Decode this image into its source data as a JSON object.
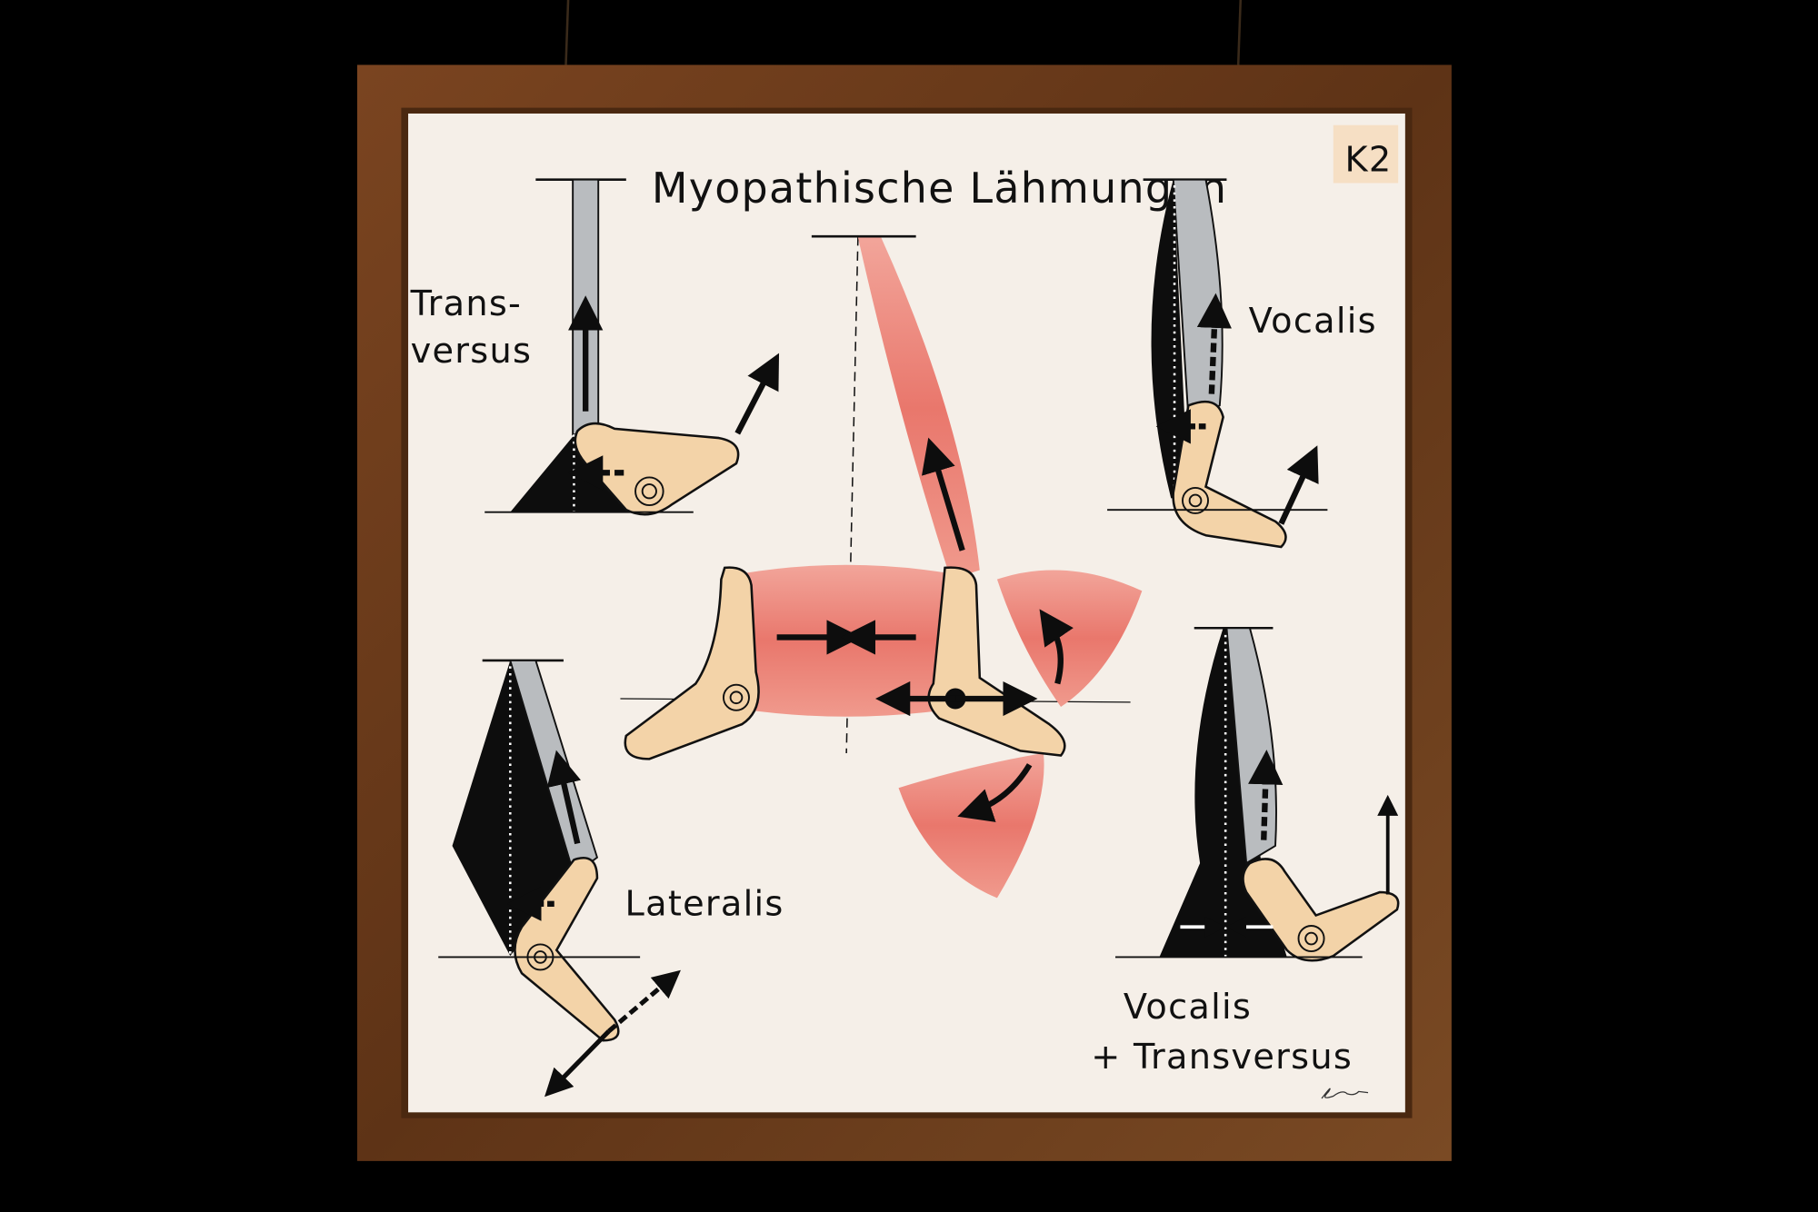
{
  "chart_title": "Myopathische Lähmungen",
  "tag": "K2",
  "labels": {
    "transversus_line1": "Trans-",
    "transversus_line2": "versus",
    "vocalis": "Vocalis",
    "lateralis": "Lateralis",
    "combined_line1": "Vocalis",
    "combined_line2": "+ Transversus"
  },
  "signature": "Seuss",
  "colors": {
    "board": "#f5efe8",
    "frame": "#6b3a1a",
    "bone": "#f3d3a8",
    "muscle": "#ee8a80",
    "tendon_gray": "#b9bcbf",
    "ink": "#0d0d0d"
  }
}
